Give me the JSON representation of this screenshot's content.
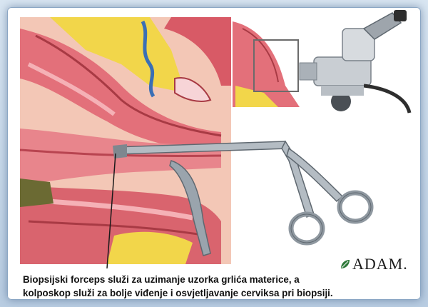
{
  "figure": {
    "logo_text": "ADAM.",
    "caption_lines": [
      "Biopsijski forceps služi za uzimanje uzorka grlića materice, a",
      "kolposkop služi za bolje viđenje i osvjetljavanje cerviksa pri biopsiji."
    ],
    "colors": {
      "frame": "#b9cde2",
      "tissue": "#e0707a",
      "fat": "#f2d64a",
      "instrument": "#9aa4ad"
    }
  }
}
